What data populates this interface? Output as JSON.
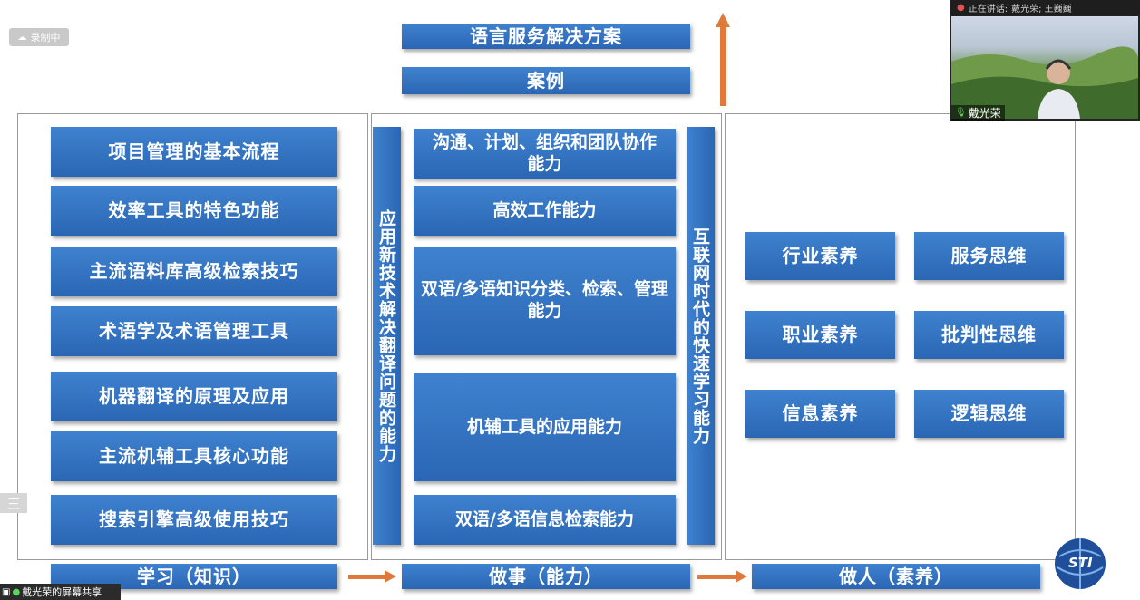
{
  "recording": {
    "icon": "cloud-icon",
    "label": "录制中"
  },
  "top_boxes": {
    "solutions": "语言服务解决方案",
    "cases": "案例"
  },
  "left_panel": {
    "items": [
      "项目管理的基本流程",
      "效率工具的特色功能",
      "主流语料库高级检索技巧",
      "术语学及术语管理工具",
      "机器翻译的原理及应用",
      "主流机辅工具核心功能",
      "搜索引擎高级使用技巧"
    ],
    "footer": "学习（知识）"
  },
  "middle_panel": {
    "left_vertical": "应用新技术解决翻译问题的能力",
    "right_vertical": "互联网时代的快速学习能力",
    "items": [
      "沟通、计划、组织和团队协作能力",
      "高效工作能力",
      "双语/多语知识分类、检索、管理能力",
      "机辅工具的应用能力",
      "双语/多语信息检索能力"
    ],
    "footer": "做事（能力）"
  },
  "right_panel": {
    "items": [
      "行业素养",
      "服务思维",
      "职业素养",
      "批判性思维",
      "信息素养",
      "逻辑思维"
    ],
    "footer": "做人（素养）"
  },
  "logo": {
    "text": "STI"
  },
  "menu_button": {
    "icon": "menu-icon",
    "label": "三"
  },
  "video": {
    "speaking_prefix": "正在讲话:",
    "speaking_names": "戴光荣; 王巍巍",
    "participant": "戴光荣",
    "mic_icon": "microphone-icon"
  },
  "share_bar": {
    "label": "戴光荣的屏幕共享",
    "icons": [
      "screen-icon",
      "microphone-icon"
    ]
  },
  "colors": {
    "box": "#2f6fbf",
    "arrow": "#e07a3c",
    "border": "#9a9a9a"
  }
}
